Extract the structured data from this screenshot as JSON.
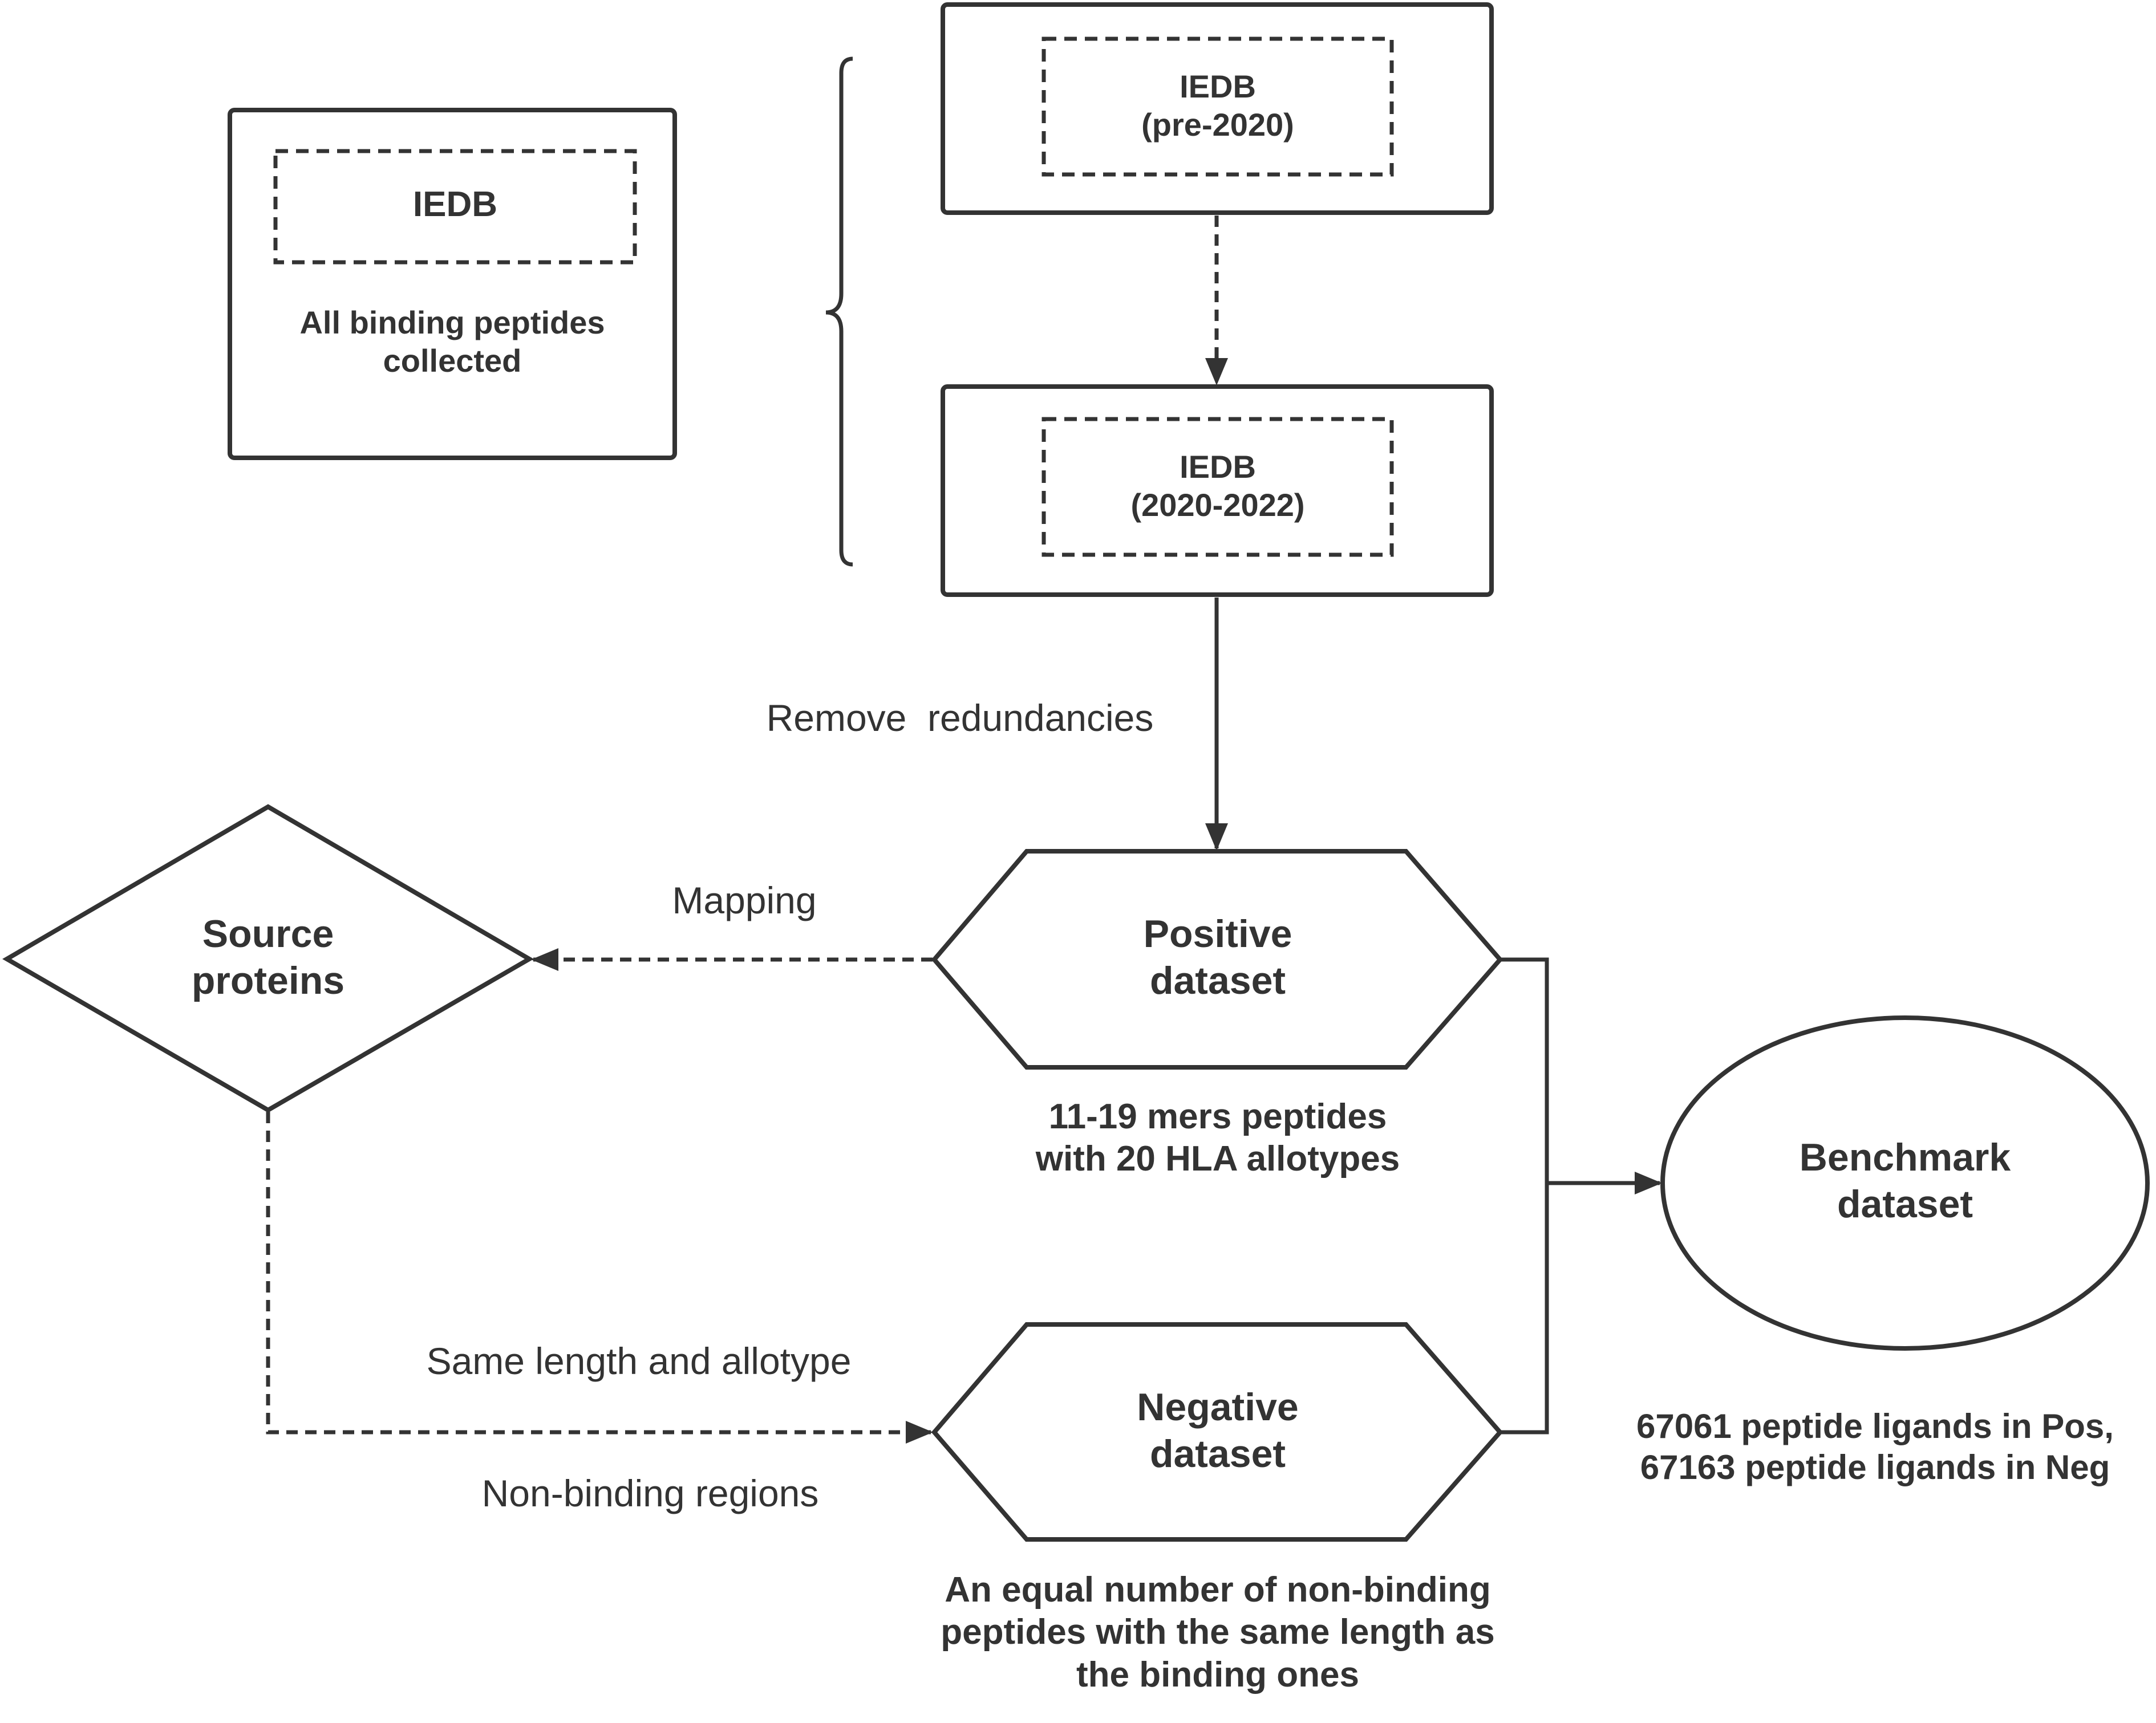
{
  "nodes": {
    "iedb_all": {
      "title": "IEDB",
      "caption_line1": "All binding peptides",
      "caption_line2": "collected"
    },
    "iedb_pre": {
      "line1": "IEDB",
      "line2": "(pre-2020)"
    },
    "iedb_2020": {
      "line1": "IEDB",
      "line2": "(2020-2022)"
    },
    "source": {
      "line1": "Source",
      "line2": "proteins"
    },
    "positive": {
      "line1": "Positive",
      "line2": "dataset",
      "note_line1": "11-19 mers peptides",
      "note_line2": "with 20 HLA allotypes"
    },
    "negative": {
      "line1": "Negative",
      "line2": "dataset",
      "note_line1": "An equal number of non-binding",
      "note_line2": "peptides with the same length as",
      "note_line3": "the binding ones"
    },
    "benchmark": {
      "line1": "Benchmark",
      "line2": "dataset",
      "note_line1": "67061 peptide ligands in Pos,",
      "note_line2": "67163 peptide ligands in Neg"
    }
  },
  "edges": {
    "remove": "Remove  redundancies",
    "mapping": "Mapping",
    "same_length": "Same length and allotype",
    "non_binding": "Non-binding regions"
  },
  "colors": {
    "stroke": "#333333",
    "text": "#333333",
    "background": "#ffffff"
  }
}
